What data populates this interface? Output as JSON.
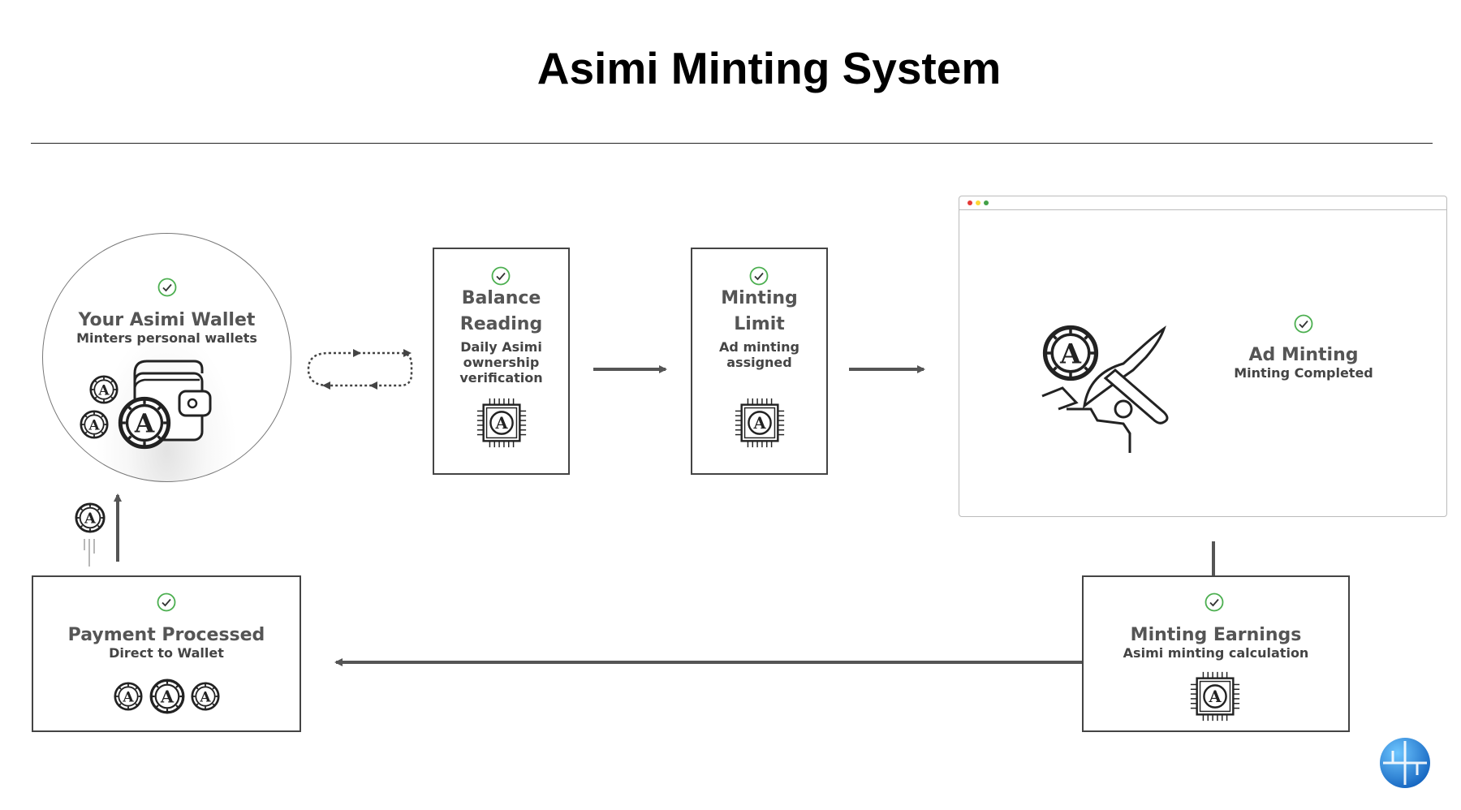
{
  "title": "Asimi Minting System",
  "nodes": {
    "wallet": {
      "title": "Your Asimi Wallet",
      "subtitle": "Minters personal wallets"
    },
    "balance": {
      "title_line1": "Balance",
      "title_line2": "Reading",
      "sub_line1": "Daily Asimi",
      "sub_line2": "ownership",
      "sub_line3": "verification"
    },
    "limit": {
      "title_line1": "Minting",
      "title_line2": "Limit",
      "sub_line1": "Ad minting",
      "sub_line2": "assigned"
    },
    "ad": {
      "title": "Ad Minting",
      "subtitle": "Minting Completed"
    },
    "earnings": {
      "title": "Minting Earnings",
      "subtitle": "Asimi minting calculation"
    },
    "payment": {
      "title": "Payment Processed",
      "subtitle": "Direct to Wallet"
    }
  },
  "icons": {
    "coin": "asimi-coin-icon",
    "chip": "chip-icon",
    "check": "checkmark-icon",
    "wallet": "wallet-icon",
    "pickaxe": "pickaxe-icon"
  },
  "colors": {
    "check": "#4caf50",
    "arrow": "#555555",
    "browser_dots": [
      "#e53935",
      "#fdd835",
      "#43a047"
    ],
    "logo": "#1e88e5"
  }
}
